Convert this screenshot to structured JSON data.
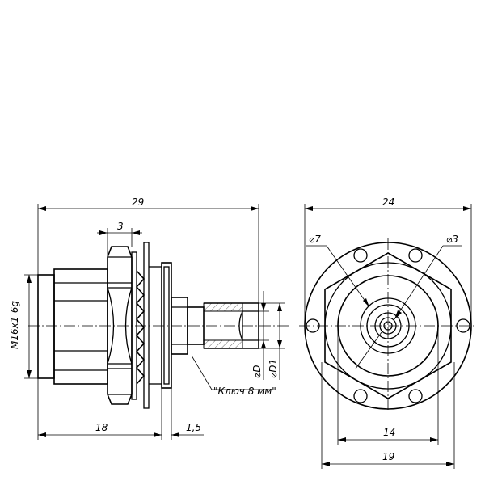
{
  "side_view": {
    "overall_length": "29",
    "nut_width": "3",
    "thread": "M16x1-6g",
    "body_length": "18",
    "flange_thickness": "1,5",
    "bore_diameter": "⌀D",
    "outer_diameter": "⌀D1",
    "wrench_note": "\"Ключ 8 мм\""
  },
  "front_view": {
    "overall_width": "24",
    "d_large": "⌀7",
    "d_small": "⌀3",
    "hex_flat": "14",
    "hex_outer": "19"
  }
}
